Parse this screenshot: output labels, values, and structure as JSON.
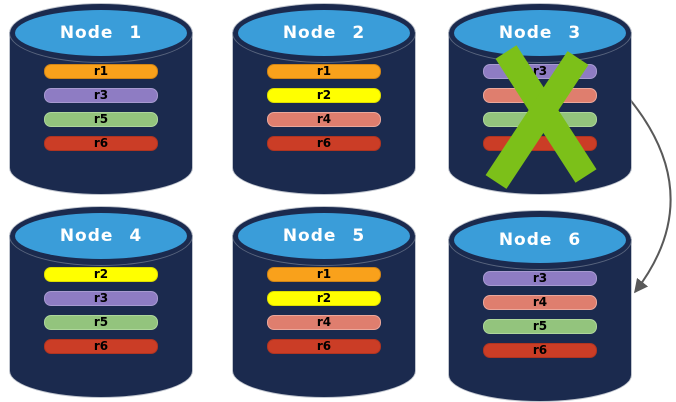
{
  "background": "#FFFFFF",
  "palette": {
    "cylinder_body": "#1B2A4E",
    "cylinder_top": "#3A9DD9",
    "node_title_color": "#FFFFFF",
    "replica_label_color": "#000000",
    "failure_x": "#7CC019",
    "arrow": "#595959",
    "replicas": {
      "r1": {
        "fill": "#F9A11B",
        "border": "#D08416"
      },
      "r2": {
        "fill": "#FFFF00",
        "border": "#DEDE00"
      },
      "r3": {
        "fill": "#8E7CC3",
        "border": "#A79AD0"
      },
      "r4": {
        "fill": "#DF7E6E",
        "border": "#EBA79B"
      },
      "r5": {
        "fill": "#93C47D",
        "border": "#AED69B"
      },
      "r6": {
        "fill": "#CB3D26",
        "border": "#B03420"
      }
    }
  },
  "nodes": [
    {
      "title": "Node 1",
      "failed": false,
      "replicas": [
        {
          "id": "r1",
          "label": "r1"
        },
        {
          "id": "r3",
          "label": "r3"
        },
        {
          "id": "r5",
          "label": "r5"
        },
        {
          "id": "r6",
          "label": "r6"
        }
      ]
    },
    {
      "title": "Node 2",
      "failed": false,
      "replicas": [
        {
          "id": "r1",
          "label": "r1"
        },
        {
          "id": "r2",
          "label": "r2"
        },
        {
          "id": "r4",
          "label": "r4"
        },
        {
          "id": "r6",
          "label": "r6"
        }
      ]
    },
    {
      "title": "Node 3",
      "failed": true,
      "replicas": [
        {
          "id": "r3",
          "label": "r3"
        },
        {
          "id": "r4",
          "label": ""
        },
        {
          "id": "r5",
          "label": ""
        },
        {
          "id": "r6",
          "label": ""
        }
      ]
    },
    {
      "title": "Node 4",
      "failed": false,
      "replicas": [
        {
          "id": "r2",
          "label": "r2"
        },
        {
          "id": "r3",
          "label": "r3"
        },
        {
          "id": "r5",
          "label": "r5"
        },
        {
          "id": "r6",
          "label": "r6"
        }
      ]
    },
    {
      "title": "Node 5",
      "failed": false,
      "replicas": [
        {
          "id": "r1",
          "label": "r1"
        },
        {
          "id": "r2",
          "label": "r2"
        },
        {
          "id": "r4",
          "label": "r4"
        },
        {
          "id": "r6",
          "label": "r6"
        }
      ]
    },
    {
      "title": "Node 6",
      "failed": false,
      "replicas": [
        {
          "id": "r3",
          "label": "r3"
        },
        {
          "id": "r4",
          "label": "r4"
        },
        {
          "id": "r5",
          "label": "r5"
        },
        {
          "id": "r6",
          "label": "r6"
        }
      ]
    }
  ],
  "arrow": {
    "from": "Node 3",
    "to": "Node 6"
  }
}
